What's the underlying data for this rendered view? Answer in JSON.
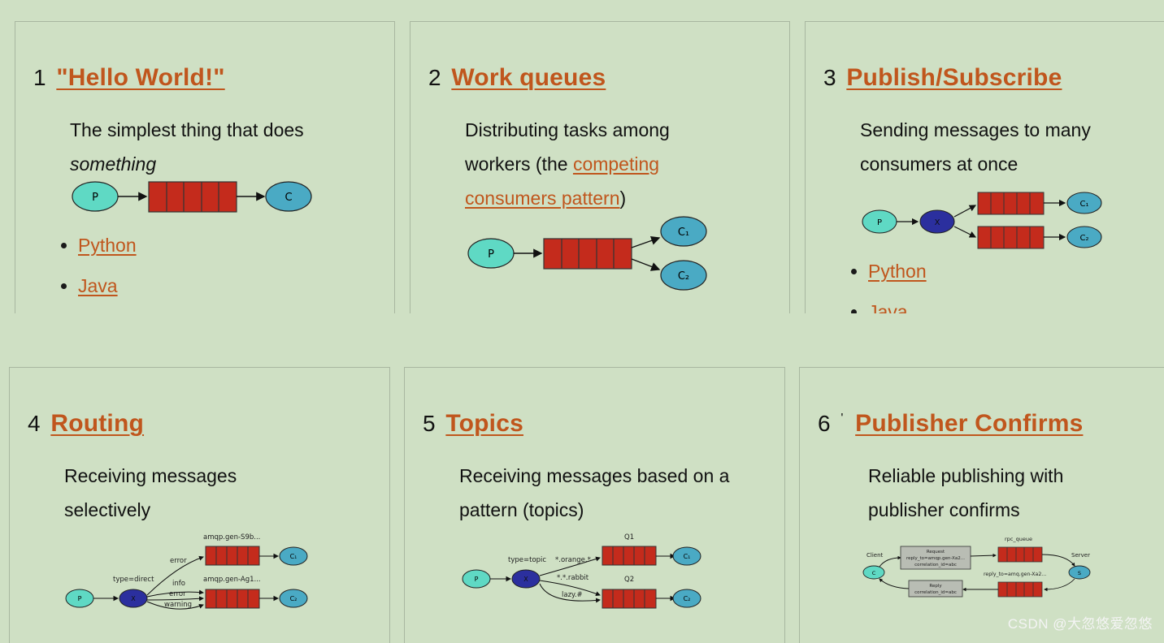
{
  "tutorials": [
    {
      "number": "1",
      "title": "\"Hello World!\"",
      "description_plain": "The simplest thing that does",
      "description_em": "something",
      "links": [
        "Python",
        "Java"
      ],
      "diagram": {
        "producer": "P",
        "consumer": "C"
      }
    },
    {
      "number": "2",
      "title": "Work queues",
      "description_pre": "Distributing tasks among workers (the ",
      "description_link": "competing consumers pattern",
      "description_post": ")",
      "diagram": {
        "producer": "P",
        "consumers": [
          "C₁",
          "C₂"
        ]
      }
    },
    {
      "number": "3",
      "title": "Publish/Subscribe",
      "description": "Sending messages to many consumers at once",
      "links": [
        "Python",
        "Java"
      ],
      "diagram": {
        "producer": "P",
        "exchange": "X",
        "consumers": [
          "C₁",
          "C₂"
        ]
      }
    },
    {
      "number": "4",
      "title": "Routing",
      "description": "Receiving messages selectively",
      "diagram": {
        "producer": "P",
        "exchange": "X",
        "exchange_type": "type=direct",
        "queue1": "amqp.gen-S9b...",
        "queue2": "amqp.gen-Ag1...",
        "bindings": [
          "error",
          "info",
          "error",
          "warning"
        ],
        "consumers": [
          "C₁",
          "C₂"
        ]
      }
    },
    {
      "number": "5",
      "title": "Topics",
      "description": "Receiving messages based on a pattern (topics)",
      "diagram": {
        "producer": "P",
        "exchange": "X",
        "exchange_type": "type=topic",
        "queue1": "Q1",
        "queue2": "Q2",
        "bindings": [
          "*.orange.*",
          "*.*.rabbit",
          "lazy.#"
        ],
        "consumers": [
          "C₁",
          "C₂"
        ]
      }
    },
    {
      "number": "6",
      "tick": "'",
      "title": "Publisher Confirms",
      "description": "Reliable publishing with publisher confirms",
      "diagram": {
        "client": "Client",
        "server": "Server",
        "node_c": "C",
        "node_s": "S",
        "rpc_queue": "rpc_queue",
        "reply_queue": "reply_to=amq.gen-Xa2...",
        "request_title": "Request",
        "request_line1": "reply_to=amqp.gen-Xa2...",
        "request_line2": "correlation_id=abc",
        "reply_title": "Reply",
        "reply_line1": "correlation_id=abc"
      }
    }
  ],
  "watermark": "CSDN @大忽悠爱忽悠",
  "colors": {
    "background": "#cfe0c4",
    "link": "#c0561d",
    "producer": "#5fd9c4",
    "consumer": "#4aaac4",
    "exchange": "#2b2f9e",
    "queue": "#c42b1c"
  }
}
